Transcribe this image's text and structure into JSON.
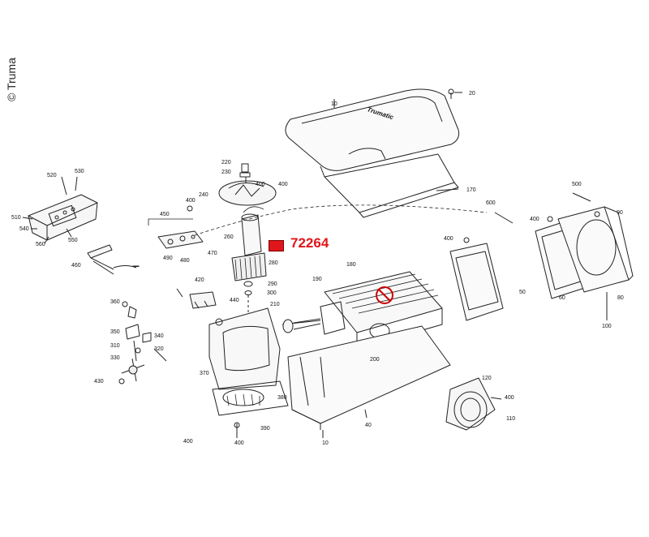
{
  "copyright": "© Truma",
  "brand_lettering": "Trumatic",
  "highlight": {
    "part_number": "72264",
    "color": "#e0161b"
  },
  "callouts": [
    "10",
    "20",
    "170",
    "520",
    "530",
    "510",
    "540",
    "560",
    "550",
    "400",
    "240",
    "220",
    "230",
    "450",
    "490",
    "480",
    "470",
    "460",
    "260",
    "280",
    "290",
    "300",
    "420",
    "440",
    "210",
    "360",
    "350",
    "340",
    "310",
    "320",
    "330",
    "430",
    "370",
    "380",
    "390",
    "400",
    "180",
    "190",
    "200",
    "10",
    "40",
    "120",
    "110",
    "400",
    "500",
    "600",
    "400",
    "90",
    "60",
    "80",
    "100",
    "50",
    "400",
    "400",
    "400",
    "400"
  ]
}
